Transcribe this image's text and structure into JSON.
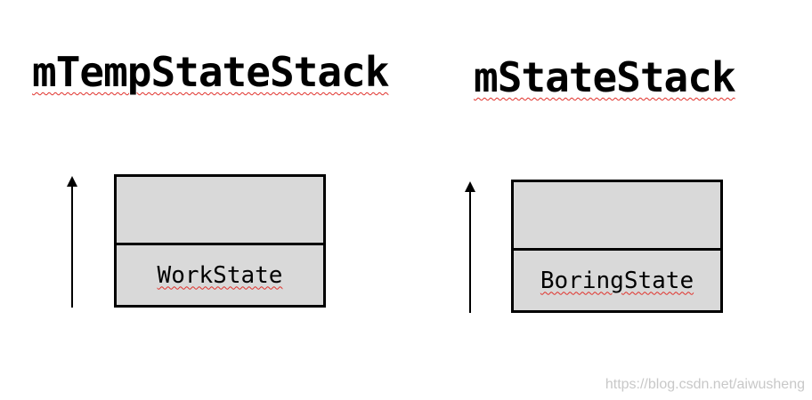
{
  "left": {
    "title": "mTempStateStack",
    "slots": [
      "",
      "WorkState"
    ]
  },
  "right": {
    "title": "mStateStack",
    "slots": [
      "",
      "BoringState"
    ]
  },
  "watermark": "https://blog.csdn.net/aiwusheng",
  "colors": {
    "box_fill": "#d9d9d9",
    "border": "#000000",
    "spell_underline": "#e0302a"
  }
}
